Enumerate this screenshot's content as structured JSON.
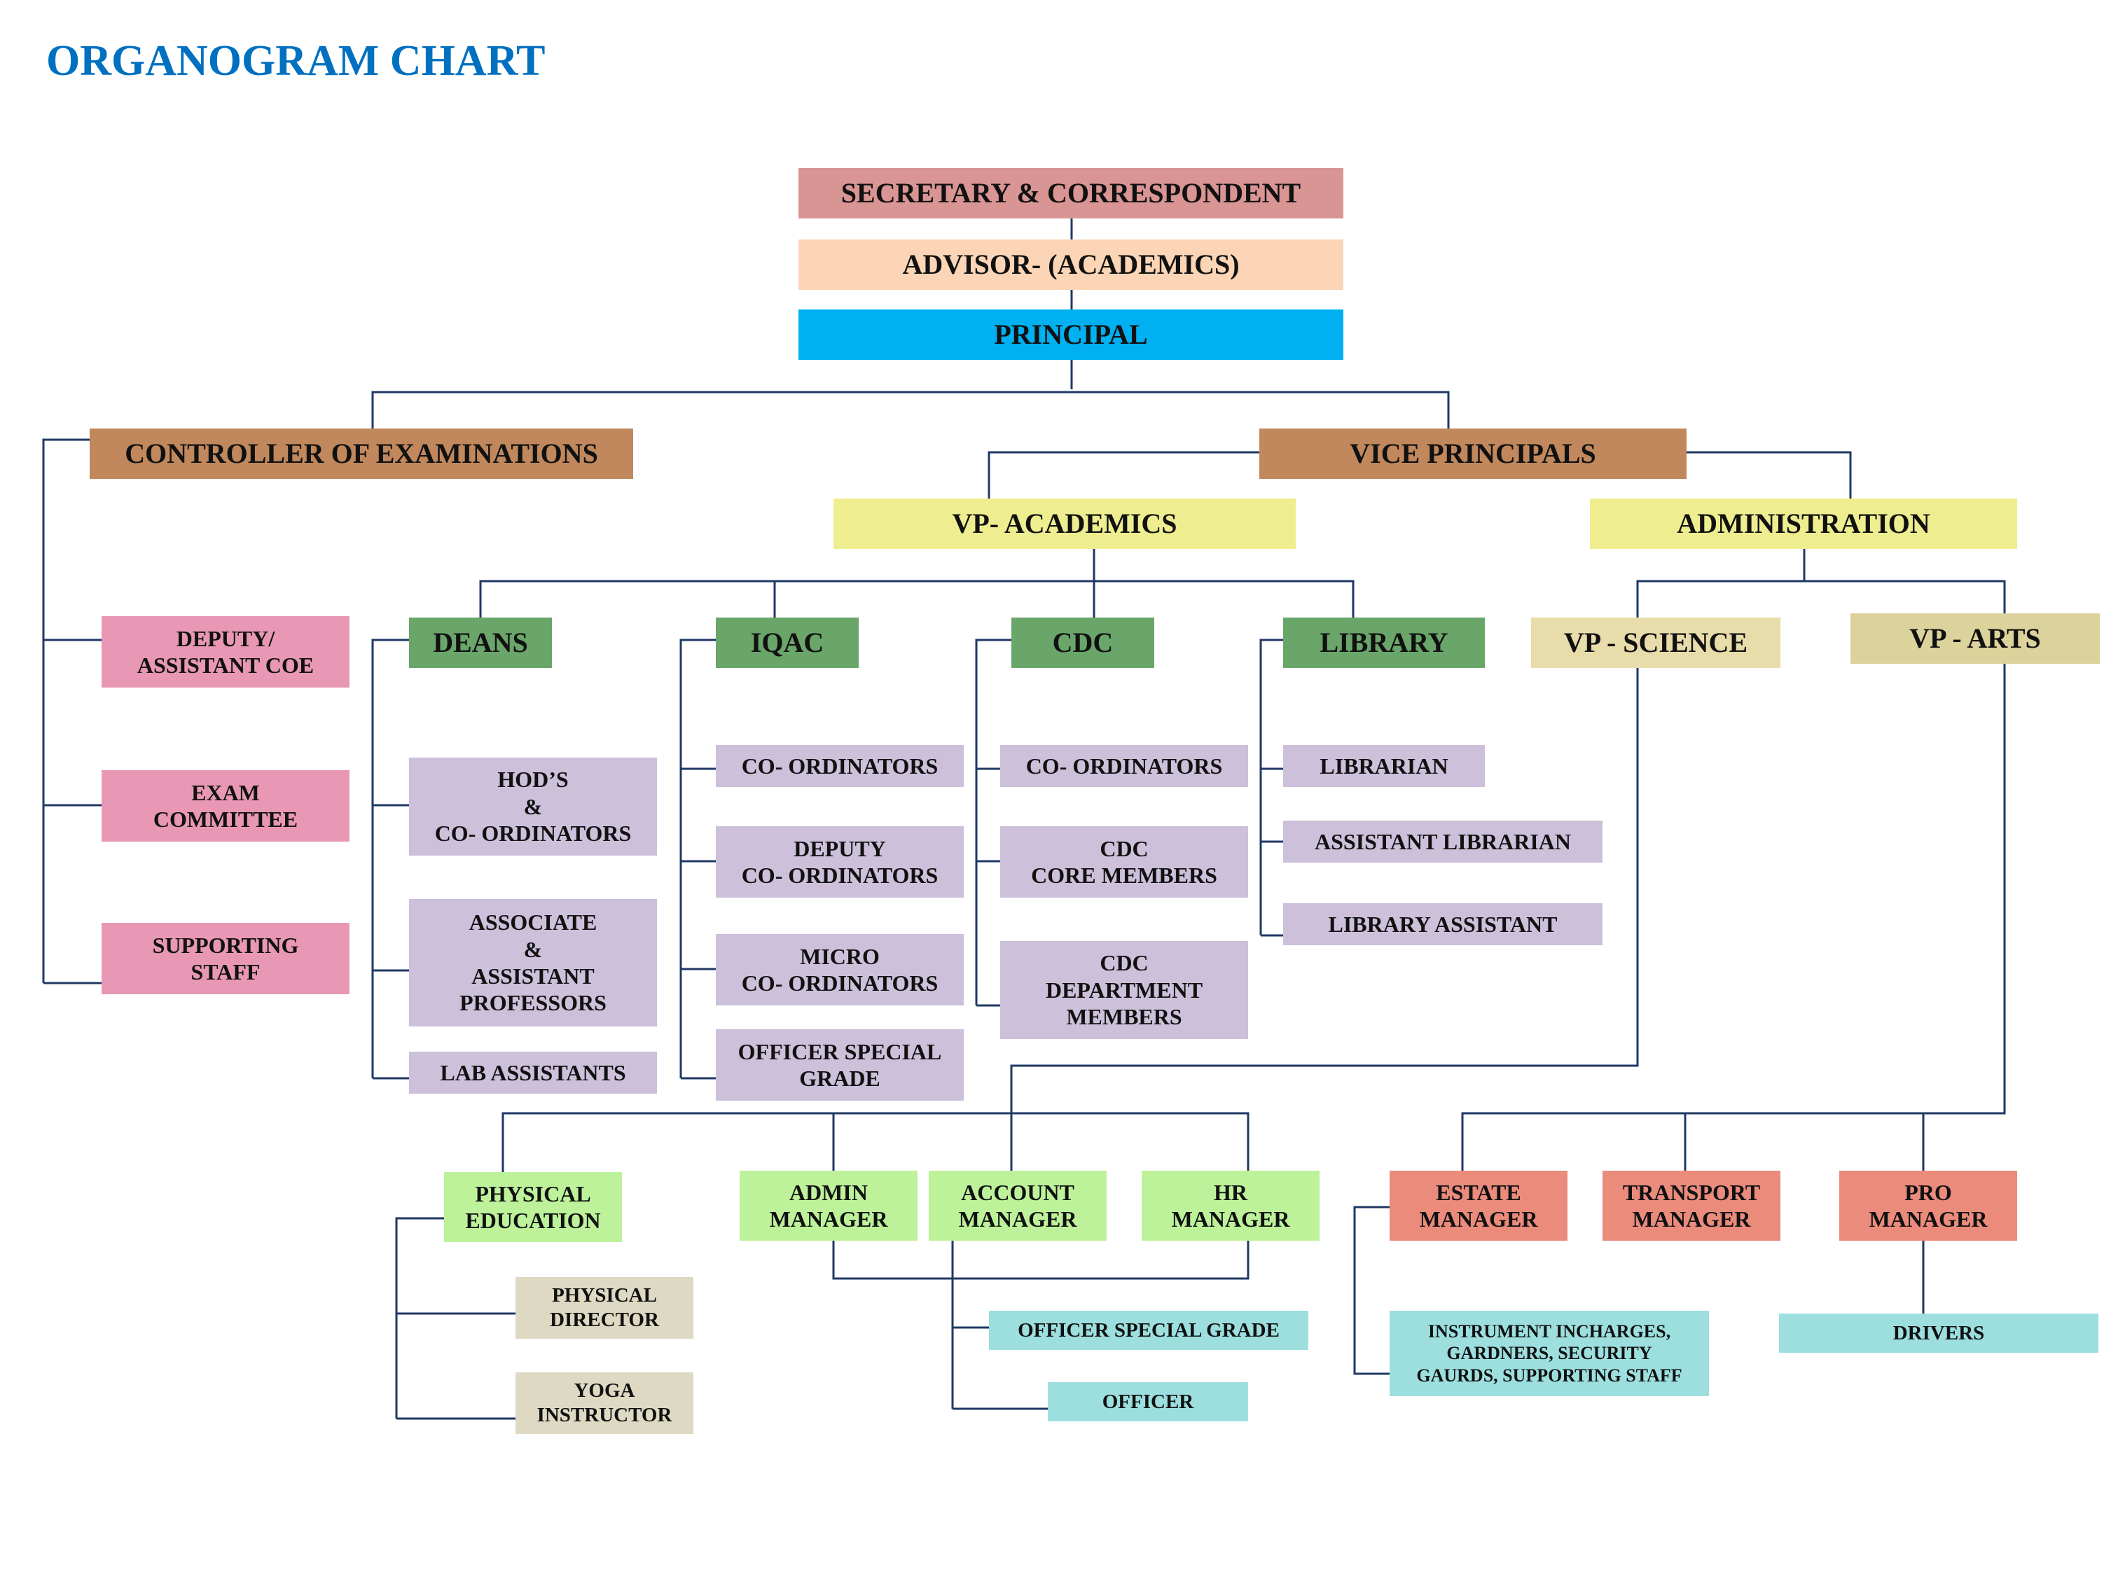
{
  "title": "ORGANOGRAM CHART",
  "colors": {
    "connector": "#1f3864",
    "title": "#0070c0",
    "rose": "#d99594",
    "peach": "#fbd5b5",
    "cyan": "#00b0f0",
    "brown": "#c0885c",
    "yellow": "#eeee90",
    "pink": "#e898b4",
    "green": "#6aa56a",
    "lavender": "#ccc0da",
    "khaki": "#e8dcaa",
    "khaki_dark": "#dcd29c",
    "light_green": "#bdf29a",
    "salmon": "#ea8b7c",
    "teal": "#9ddfdf",
    "beige": "#ddd9c3"
  },
  "nodes": {
    "secretary": "SECRETARY & CORRESPONDENT",
    "advisor": "ADVISOR- (ACADEMICS)",
    "principal": "PRINCIPAL",
    "controller": "CONTROLLER OF EXAMINATIONS",
    "vice_principals": "VICE PRINCIPALS",
    "vp_academics": "VP- ACADEMICS",
    "administration": "ADMINISTRATION",
    "deputy_coe": "DEPUTY/\nASSISTANT COE",
    "exam_committee": "EXAM\nCOMMITTEE",
    "supporting_staff": "SUPPORTING\nSTAFF",
    "deans": "DEANS",
    "iqac": "IQAC",
    "cdc": "CDC",
    "library": "LIBRARY",
    "vp_science": "VP - SCIENCE",
    "vp_arts": "VP - ARTS",
    "hods": "HOD’S\n&\nCO- ORDINATORS",
    "assoc_prof": "ASSOCIATE\n&\nASSISTANT\nPROFESSORS",
    "lab_assistants": "LAB ASSISTANTS",
    "iqac_coordinators": "CO- ORDINATORS",
    "deputy_coordinators": "DEPUTY\nCO- ORDINATORS",
    "micro_coordinators": "MICRO\nCO- ORDINATORS",
    "officer_special_grade_iqac": "OFFICER SPECIAL\nGRADE",
    "cdc_coordinators": "CO- ORDINATORS",
    "cdc_core": "CDC\nCORE MEMBERS",
    "cdc_department": "CDC\nDEPARTMENT\nMEMBERS",
    "librarian": "LIBRARIAN",
    "assistant_librarian": "ASSISTANT LIBRARIAN",
    "library_assistant": "LIBRARY ASSISTANT",
    "physical_education": "PHYSICAL\nEDUCATION",
    "admin_manager": "ADMIN\nMANAGER",
    "account_manager": "ACCOUNT\nMANAGER",
    "hr_manager": "HR\nMANAGER",
    "estate_manager": "ESTATE\nMANAGER",
    "transport_manager": "TRANSPORT\nMANAGER",
    "pro_manager": "PRO\nMANAGER",
    "physical_director": "PHYSICAL\nDIRECTOR",
    "yoga_instructor": "YOGA\nINSTRUCTOR",
    "officer_special_grade_admin": "OFFICER SPECIAL GRADE",
    "officer": "OFFICER",
    "instrument_incharges": "INSTRUMENT INCHARGES,\nGARDNERS, SECURITY\nGAURDS, SUPPORTING STAFF",
    "drivers": "DRIVERS"
  }
}
